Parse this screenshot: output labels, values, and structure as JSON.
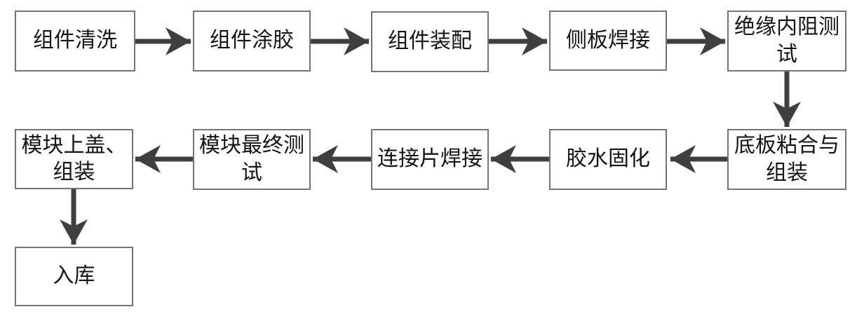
{
  "colors": {
    "background": "#ffffff",
    "box_border": "#757575",
    "box_fill": "#ffffff",
    "text": "#141414",
    "arrow": "#3f3f3f"
  },
  "nodes": [
    {
      "label": "组件清洗"
    },
    {
      "label": "组件涂胶"
    },
    {
      "label": "组件装配"
    },
    {
      "label": "侧板焊接"
    },
    {
      "label": "绝缘内阻测\n试"
    },
    {
      "label": "底板粘合与\n组装"
    },
    {
      "label": "胶水固化"
    },
    {
      "label": "连接片焊接"
    },
    {
      "label": "模块最终测\n试"
    },
    {
      "label": "模块上盖、\n组装"
    },
    {
      "label": "入库"
    }
  ],
  "edges": [
    {
      "from": "组件清洗",
      "to": "组件涂胶",
      "direction": "right"
    },
    {
      "from": "组件涂胶",
      "to": "组件装配",
      "direction": "right"
    },
    {
      "from": "组件装配",
      "to": "侧板焊接",
      "direction": "right"
    },
    {
      "from": "侧板焊接",
      "to": "绝缘内阻测试",
      "direction": "right"
    },
    {
      "from": "绝缘内阻测试",
      "to": "底板粘合与组装",
      "direction": "down"
    },
    {
      "from": "底板粘合与组装",
      "to": "胶水固化",
      "direction": "left"
    },
    {
      "from": "胶水固化",
      "to": "连接片焊接",
      "direction": "left"
    },
    {
      "from": "连接片焊接",
      "to": "模块最终测试",
      "direction": "left"
    },
    {
      "from": "模块最终测试",
      "to": "模块上盖、组装",
      "direction": "left"
    },
    {
      "from": "模块上盖、组装",
      "to": "入库",
      "direction": "down"
    }
  ]
}
